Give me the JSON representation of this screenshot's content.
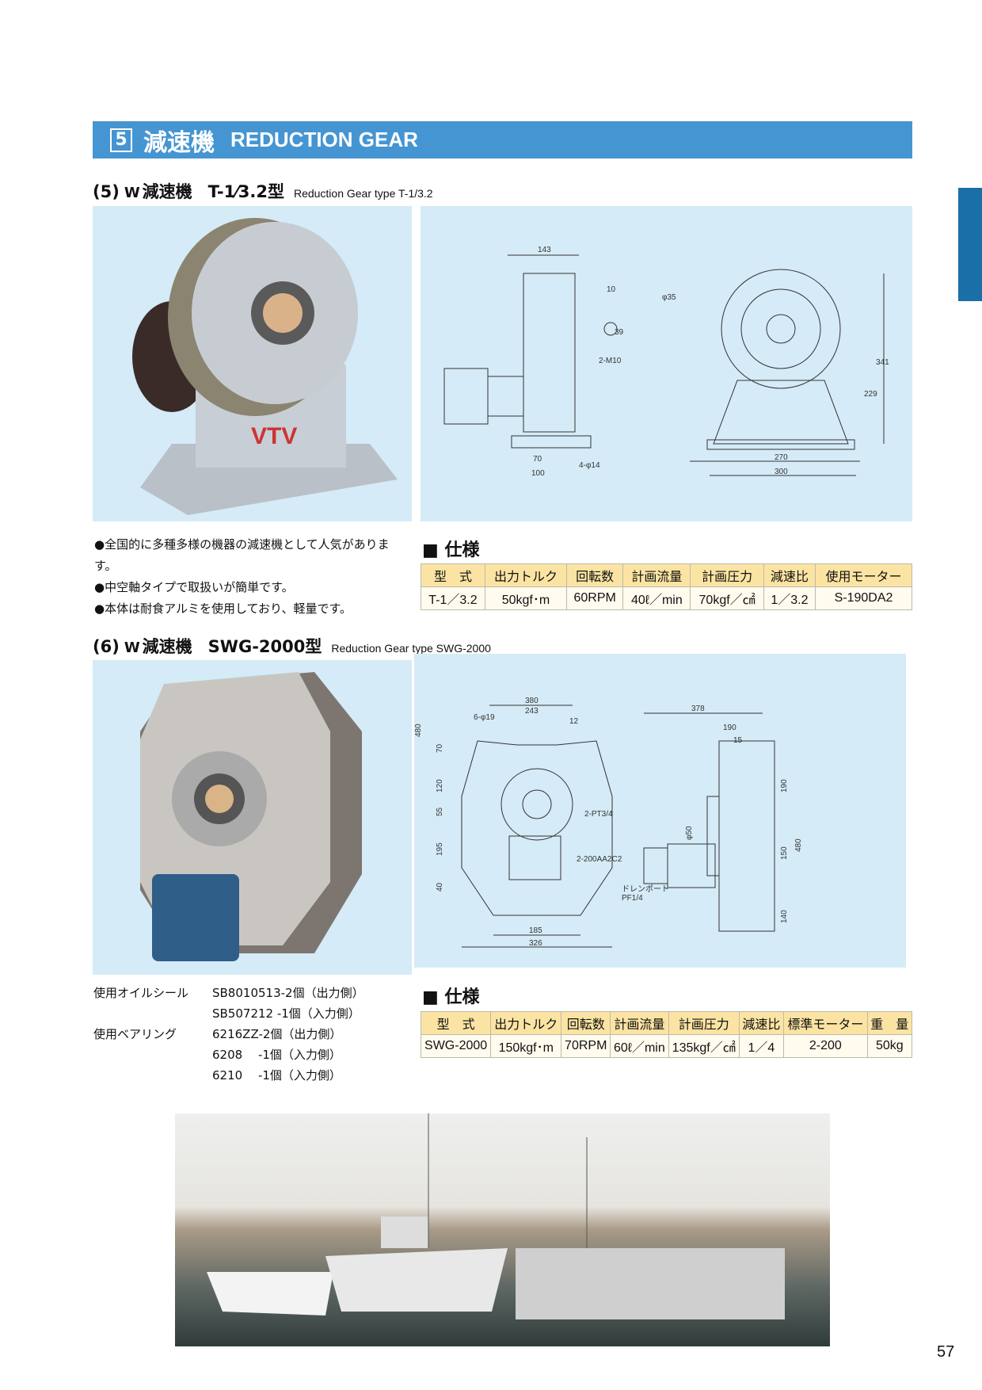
{
  "header": {
    "number": "5",
    "title_jp": "減速機",
    "title_en": "REDUCTION GEAR"
  },
  "section5": {
    "index": "(5)",
    "logo": "W",
    "title_jp": "減速機",
    "model": "T-1⁄3.2型",
    "title_en": "Reduction Gear type T-1/3.2",
    "drawing_labels": [
      "143",
      "10",
      "φ35",
      "39",
      "2-M10",
      "341",
      "229",
      "70",
      "100",
      "4-φ14",
      "270",
      "300"
    ],
    "bullets": [
      "●全国的に多種多様の機器の減速機として人気があります。",
      "●中空軸タイプで取扱いが簡単です。",
      "●本体は耐食アルミを使用しており、軽量です。"
    ],
    "spec_heading": "■ 仕様",
    "spec_headers": [
      "型　式",
      "出力トルク",
      "回転数",
      "計画流量",
      "計画圧力",
      "減速比",
      "使用モーター"
    ],
    "spec_values": [
      "T-1／3.2",
      "50kgf･m",
      "60RPM",
      "40ℓ／min",
      "70kgf／㎠",
      "1／3.2",
      "S-190DA2"
    ]
  },
  "section6": {
    "index": "(6)",
    "logo": "W",
    "title_jp": "減速機",
    "model": "SWG-2000型",
    "title_en": "Reduction Gear type SWG-2000",
    "drawing_labels": [
      "380",
      "243",
      "12",
      "6-φ19",
      "70",
      "120",
      "55",
      "480",
      "195",
      "40",
      "185",
      "326",
      "378",
      "190",
      "15",
      "2-PT3/4",
      "φ50",
      "2-200AA2C2",
      "ドレンポート PF1/4",
      "190",
      "150",
      "140",
      "480"
    ],
    "parts": [
      {
        "label": "使用オイルシール",
        "value": "SB8010513-2個（出力側）"
      },
      {
        "label": "",
        "value": "SB507212 -1個（入力側）"
      },
      {
        "label": "使用ベアリング",
        "value": "6216ZZ-2個（出力側）"
      },
      {
        "label": "",
        "value": "6208　 -1個（入力側）"
      },
      {
        "label": "",
        "value": "6210　 -1個（入力側）"
      }
    ],
    "spec_heading": "■ 仕様",
    "spec_headers": [
      "型　式",
      "出力トルク",
      "回転数",
      "計画流量",
      "計画圧力",
      "減速比",
      "標準モーター",
      "重　量"
    ],
    "spec_values": [
      "SWG-2000",
      "150kgf･m",
      "70RPM",
      "60ℓ／min",
      "135kgf／㎠",
      "1／4",
      "2-200",
      "50kg"
    ]
  },
  "page_number": "57"
}
